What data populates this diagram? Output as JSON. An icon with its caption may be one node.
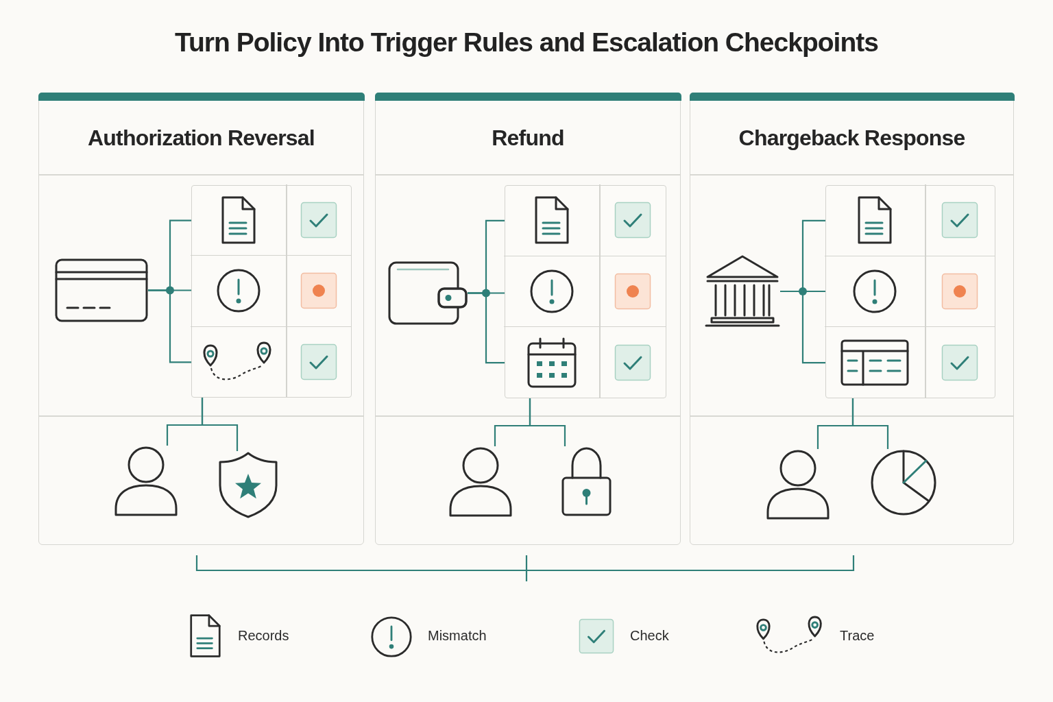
{
  "diagram": {
    "title": "Turn Policy Into Trigger Rules and Escalation Checkpoints",
    "nodes": [
      {
        "text": [
          "Authorization Reversal"
        ]
      },
      {
        "text": [],
        "shape": "picture",
        "in": 0
      },
      {
        "text": [],
        "shape": "box",
        "in": 0
      },
      {
        "text": [],
        "shape": "box",
        "in": 2
      },
      {
        "text": [],
        "shape": "box",
        "in": 2
      },
      {
        "text": [],
        "shape": "box",
        "in": 2
      },
      {
        "text": [],
        "shape": "person",
        "in": 0
      },
      {
        "text": [],
        "shape": "picture",
        "in": 0
      },
      {
        "text": [
          "Refund"
        ]
      },
      {
        "text": [],
        "shape": "picture",
        "in": 8
      },
      {
        "text": [],
        "shape": "box",
        "in": 8
      },
      {
        "text": [],
        "shape": "box",
        "in": 10
      },
      {
        "text": [],
        "shape": "box",
        "in": 10
      },
      {
        "text": [],
        "shape": "box",
        "in": 10
      },
      {
        "text": [],
        "shape": "person",
        "in": 8
      },
      {
        "text": [],
        "shape": "picture",
        "in": 8
      },
      {
        "text": [
          "Chargeback Response"
        ]
      },
      {
        "text": [],
        "shape": "picture",
        "in": 16
      },
      {
        "text": [],
        "shape": "box",
        "in": 16
      },
      {
        "text": [],
        "shape": "box",
        "in": 18
      },
      {
        "text": [],
        "shape": "box",
        "in": 18
      },
      {
        "text": [],
        "shape": "box",
        "in": 18
      },
      {
        "text": [],
        "shape": "person",
        "in": 16
      },
      {
        "text": [],
        "shape": "picture",
        "in": 16
      }
    ],
    "edges": [
      {
        "from": 1,
        "to": 3,
        "arrow": "none"
      },
      {
        "from": 1,
        "to": 4,
        "arrow": "none"
      },
      {
        "from": 1,
        "to": 5,
        "arrow": "none"
      },
      {
        "from": 2,
        "to": 6,
        "arrow": "none"
      },
      {
        "from": 2,
        "to": 7,
        "arrow": "none"
      },
      {
        "from": 9,
        "to": 11,
        "arrow": "none"
      },
      {
        "from": 9,
        "to": 12,
        "arrow": "none"
      },
      {
        "from": 9,
        "to": 13,
        "arrow": "none"
      },
      {
        "from": 10,
        "to": 14,
        "arrow": "none"
      },
      {
        "from": 10,
        "to": 15,
        "arrow": "none"
      },
      {
        "from": 17,
        "to": 19,
        "arrow": "none"
      },
      {
        "from": 17,
        "to": 20,
        "arrow": "none"
      },
      {
        "from": 17,
        "to": 21,
        "arrow": "none"
      },
      {
        "from": 18,
        "to": 22,
        "arrow": "none"
      },
      {
        "from": 18,
        "to": 23,
        "arrow": "none"
      }
    ],
    "legend": [
      {
        "text": "Records"
      },
      {
        "text": "Mismatch"
      },
      {
        "text": "Check"
      },
      {
        "text": "Trace"
      }
    ]
  }
}
